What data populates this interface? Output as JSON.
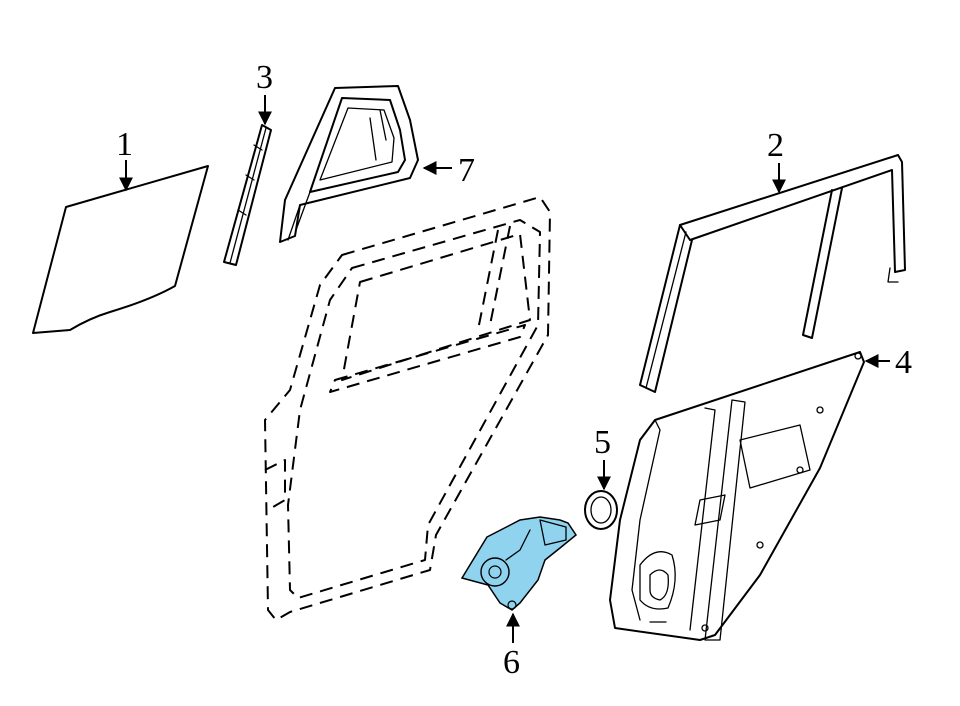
{
  "callouts": [
    {
      "id": "1",
      "label": "1"
    },
    {
      "id": "2",
      "label": "2"
    },
    {
      "id": "3",
      "label": "3"
    },
    {
      "id": "4",
      "label": "4"
    },
    {
      "id": "5",
      "label": "5"
    },
    {
      "id": "6",
      "label": "6"
    },
    {
      "id": "7",
      "label": "7"
    }
  ],
  "colors": {
    "highlight": "#8fd3ee",
    "line": "#000000",
    "background": "#ffffff"
  }
}
